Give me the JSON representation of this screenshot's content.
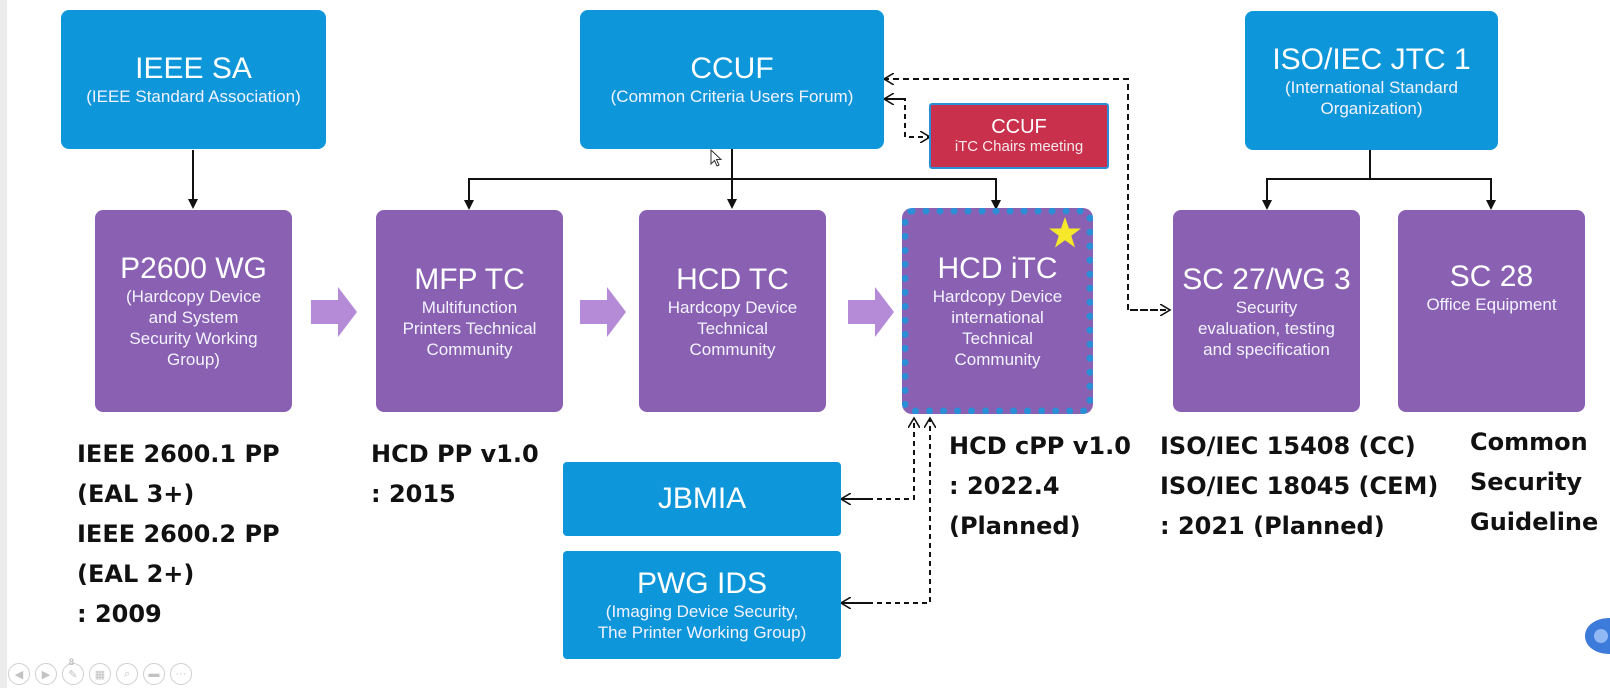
{
  "nodes": {
    "ieee_sa": {
      "title": "IEEE SA",
      "subtitle": "(IEEE Standard Association)"
    },
    "ccuf": {
      "title": "CCUF",
      "subtitle": "(Common Criteria Users Forum)"
    },
    "ccuf_meeting": {
      "title": "CCUF",
      "subtitle": "iTC Chairs meeting"
    },
    "iso_jtc1": {
      "title": "ISO/IEC JTC 1",
      "subtitle_1": "(International Standard",
      "subtitle_2": "Organization)"
    },
    "p2600": {
      "title": "P2600 WG",
      "lines": [
        "(Hardcopy Device",
        "and System",
        "Security Working",
        "Group)"
      ]
    },
    "mfp_tc": {
      "title": "MFP TC",
      "lines": [
        "Multifunction",
        "Printers Technical",
        "Community"
      ]
    },
    "hcd_tc": {
      "title": "HCD TC",
      "lines": [
        "Hardcopy Device",
        "Technical",
        "Community"
      ]
    },
    "hcd_itc": {
      "title": "HCD iTC",
      "lines": [
        "Hardcopy Device",
        "international",
        "Technical",
        "Community"
      ]
    },
    "sc27": {
      "title": "SC 27/WG 3",
      "lines": [
        "Security",
        "evaluation, testing",
        "and specification"
      ]
    },
    "sc28": {
      "title": "SC 28",
      "lines": [
        "Office Equipment"
      ]
    },
    "jbmia": {
      "title": "JBMIA"
    },
    "pwg_ids": {
      "title": "PWG IDS",
      "subtitle_1": "(Imaging Device Security,",
      "subtitle_2": "The Printer Working Group)"
    }
  },
  "notes": {
    "ieee": [
      "IEEE 2600.1 PP",
      "(EAL 3+)",
      "IEEE 2600.2 PP",
      "(EAL 2+)",
      ": 2009"
    ],
    "hcd_pp": [
      "HCD PP v1.0",
      ": 2015"
    ],
    "hcd_cpp": [
      "HCD cPP v1.0",
      ": 2022.4",
      "(Planned)"
    ],
    "iso": [
      "ISO/IEC 15408 (CC)",
      "ISO/IEC 18045 (CEM)",
      ": 2021 (Planned)"
    ],
    "common": [
      "Common",
      "Security",
      "Guideline"
    ]
  },
  "toolbar": {
    "slide_number": "8"
  },
  "colors": {
    "blue": "#0d96d9",
    "purple": "#8a60b3",
    "red": "#c9304b",
    "dashed_border": "#2a8fd6",
    "star": "#f5e72a",
    "arrow": "#b58ad6"
  }
}
